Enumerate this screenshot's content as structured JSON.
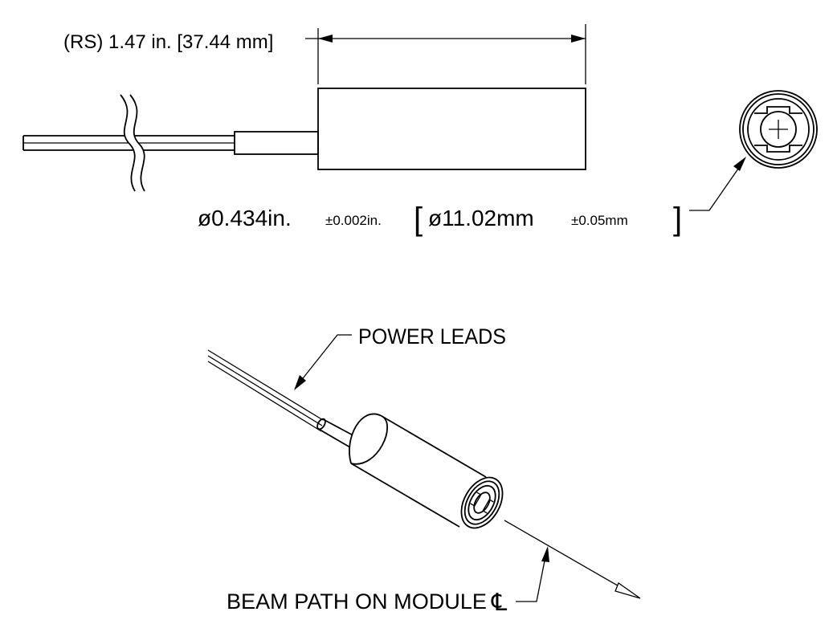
{
  "dimensions": {
    "length_label": "(RS) 1.47 in. [37.44 mm]",
    "diameter_in": "ø0.434in.",
    "tolerance_in": "±0.002in.",
    "bracket_open": "[",
    "diameter_mm": "ø11.02mm",
    "tolerance_mm": "±0.05mm",
    "bracket_close": "]"
  },
  "callouts": {
    "power_leads": "POWER LEADS",
    "beam_path": "BEAM PATH ON MODULE",
    "centerline_symbol": "℄"
  }
}
